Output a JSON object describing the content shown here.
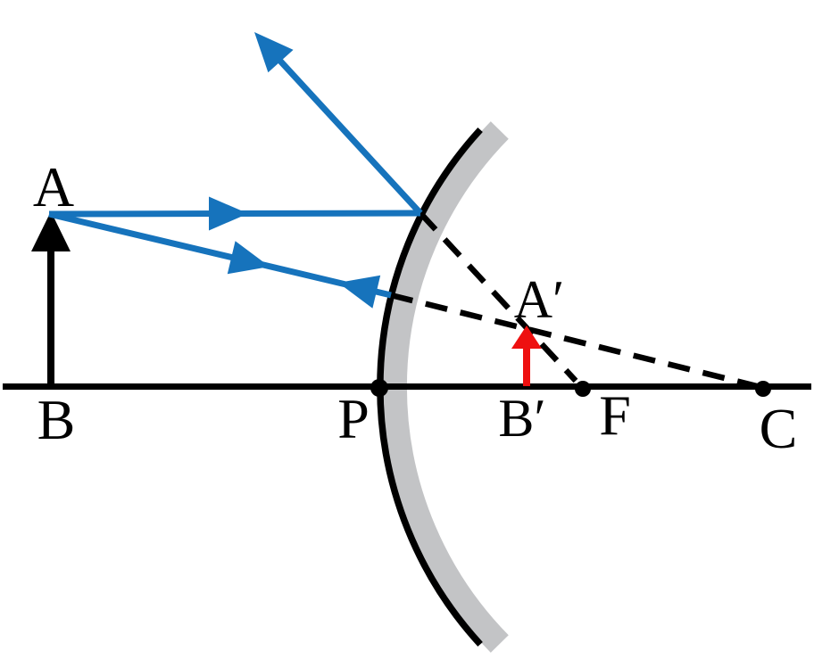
{
  "diagram": {
    "kind": "mirror-ray-diagram",
    "labels": {
      "object_tip": "A",
      "object_base": "B",
      "pole": "P",
      "image_tip": "A′",
      "image_base": "B′",
      "focal_point": "F",
      "curvature_center": "C"
    },
    "colors": {
      "ink": "#000000",
      "ray_blue": "#1673bc",
      "image_red": "#ee1010",
      "mirror_backing_gray": "#c3c4c6",
      "background": "#ffffff"
    }
  }
}
